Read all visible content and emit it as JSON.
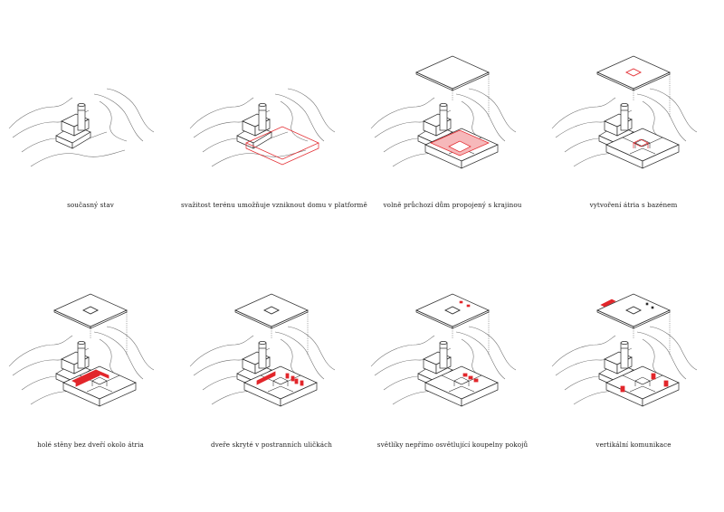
{
  "colors": {
    "line": "#2a2a2a",
    "terrain": "#6a6a6a",
    "accent": "#e2262b",
    "accent_fill": "#f6b8ba",
    "background": "#ffffff"
  },
  "panels": [
    {
      "caption": "současný stav",
      "plate": false,
      "opening": "none",
      "accent": "none"
    },
    {
      "caption": "svažitost terénu umožňuje vzniknout domu v platformě",
      "plate": false,
      "opening": "none",
      "accent": "platform-outline"
    },
    {
      "caption": "volně průchozí dům propojený s krajinou",
      "plate": true,
      "opening": "none",
      "accent": "passage-fill"
    },
    {
      "caption": "vytvoření átria s bazénem",
      "plate": true,
      "opening": "red",
      "accent": "atrium-outline"
    },
    {
      "caption": "holé stěny bez dveří okolo átria",
      "plate": true,
      "opening": "black",
      "accent": "walls"
    },
    {
      "caption": "dveře skryté v postranních uličkách",
      "plate": true,
      "opening": "black",
      "accent": "doors"
    },
    {
      "caption": "světlíky nepřímo osvětlující koupelny pokojů",
      "plate": true,
      "opening": "black",
      "accent": "skylights"
    },
    {
      "caption": "vertikální komunikace",
      "plate": true,
      "opening": "black",
      "accent": "stairs"
    }
  ]
}
